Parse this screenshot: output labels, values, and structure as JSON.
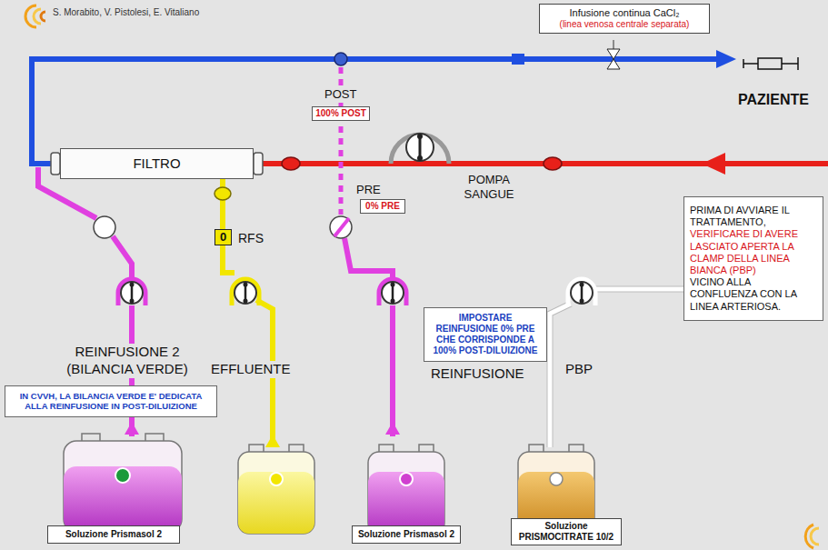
{
  "diagram": {
    "nodes": [
      {
        "text": [
          "Infusione continua CaCl₂",
          "(linea venosa centrale separata)"
        ]
      },
      {
        "text": [
          "FILTRO"
        ]
      },
      {
        "text": [
          "100% POST"
        ]
      },
      {
        "text": [
          "0% PRE"
        ]
      },
      {
        "text": [
          "0"
        ]
      },
      {
        "text": [
          "PRIMA DI AVVIARE IL TRATTAMENTO,",
          "VERIFICARE DI AVERE LASCIATO APERTA LA CLAMP DELLA LINEA BIANCA (PBP)",
          "VICINO ALLA CONFLUENZA CON LA LINEA ARTERIOSA."
        ]
      },
      {
        "text": [
          "IMPOSTARE REINFUSIONE 0% PRE CHE CORRISPONDE A 100% POST-DILUIZIONE"
        ]
      },
      {
        "text": [
          "IN CVVH, LA BILANCIA VERDE E' DEDICATA ALLA REINFUSIONE IN POST-DILUIZIONE"
        ]
      },
      {
        "text": [
          "Soluzione Prismasol 2"
        ]
      },
      {
        "text": [
          "Soluzione Prismasol 2"
        ]
      },
      {
        "text": [
          "Soluzione PRISMOCITRATE 10/2"
        ]
      }
    ],
    "labels": [
      "S. Morabito, V. Pistolesi, E. Vitaliano",
      "POST",
      "PRE",
      "POMPA SANGUE",
      "RFS",
      "PAZIENTE",
      "REINFUSIONE 2 (BILANCIA VERDE)",
      "EFFLUENTE",
      "REINFUSIONE",
      "PBP"
    ]
  }
}
